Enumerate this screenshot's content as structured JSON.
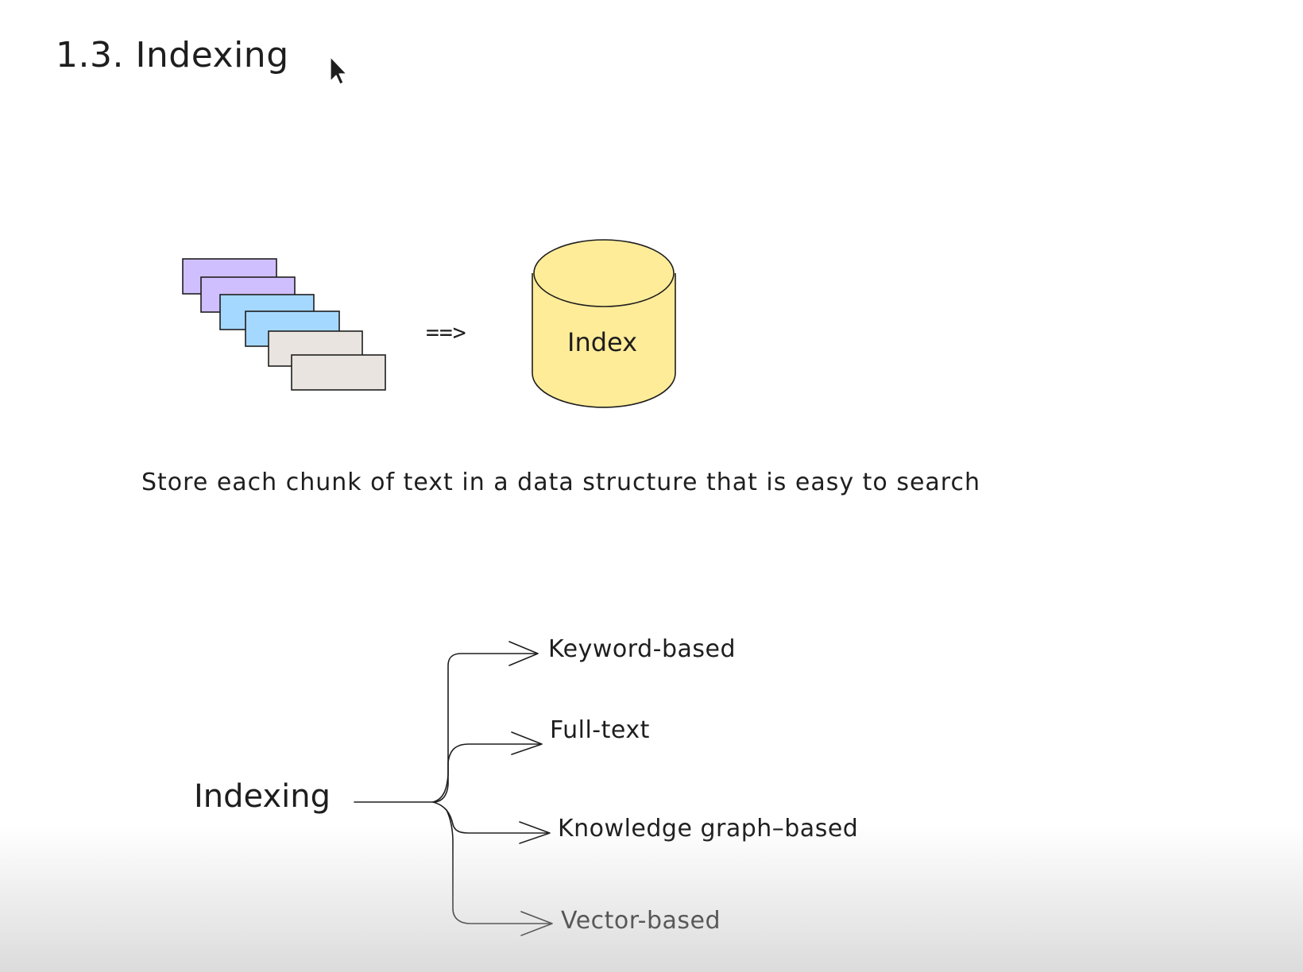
{
  "title": "1.3. Indexing",
  "chunks": {
    "colors": [
      "#d0bfff",
      "#d0bfff",
      "#a5d8ff",
      "#a5d8ff",
      "#e9e4df",
      "#e9e4df"
    ]
  },
  "arrow_text": "==>",
  "cylinder": {
    "label": "Index",
    "fill": "#ffec99"
  },
  "description": "Store each chunk of text in a data structure that is easy to search",
  "tree": {
    "root": "Indexing",
    "branches": [
      "Keyword-based",
      "Full-text",
      "Knowledge graph–based",
      "Vector-based"
    ]
  },
  "cursor_icon": "mouse-pointer-icon"
}
